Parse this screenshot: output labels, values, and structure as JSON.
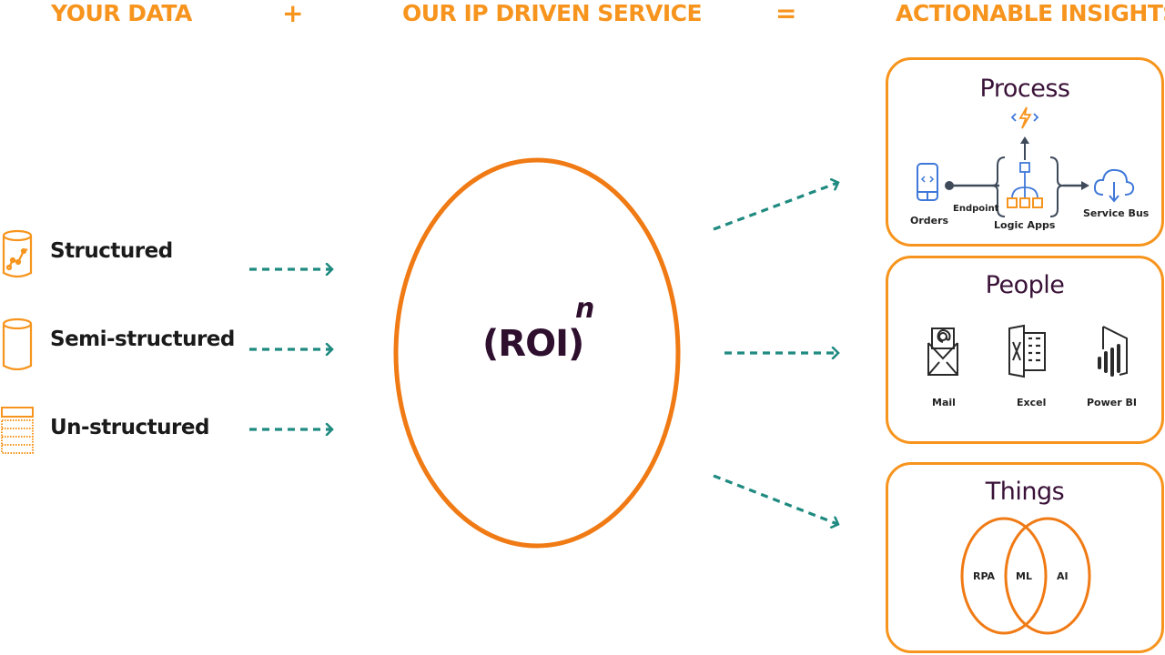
{
  "headers": {
    "your_data": "YOUR DATA",
    "plus": "+",
    "service": "OUR IP DRIVEN SERVICE",
    "equals": "=",
    "insights": "ACTIONABLE INSIGHTS"
  },
  "sources": [
    {
      "label": "Structured",
      "icon": "database-chart-icon"
    },
    {
      "label": "Semi-structured",
      "icon": "database-icon"
    },
    {
      "label": "Un-structured",
      "icon": "table-dotted-icon"
    }
  ],
  "center": {
    "label": "(ROI)",
    "exponent": "n"
  },
  "insights": {
    "process": {
      "title": "Process",
      "orders": "Orders",
      "endpoint": "Endpoint",
      "logic_apps": "Logic Apps",
      "service_bus": "Service Bus"
    },
    "people": {
      "title": "People",
      "items": [
        {
          "label": "Mail",
          "icon": "mail-icon"
        },
        {
          "label": "Excel",
          "icon": "excel-icon"
        },
        {
          "label": "Power BI",
          "icon": "power-bi-icon"
        }
      ]
    },
    "things": {
      "title": "Things",
      "venn": [
        "RPA",
        "ML",
        "AI"
      ]
    }
  },
  "colors": {
    "accent_orange": "#f7941d",
    "circle_orange": "#f07a14",
    "arrow_teal": "#1f8a80",
    "title_purple": "#3a1238",
    "icon_blue": "#3f78d8"
  }
}
